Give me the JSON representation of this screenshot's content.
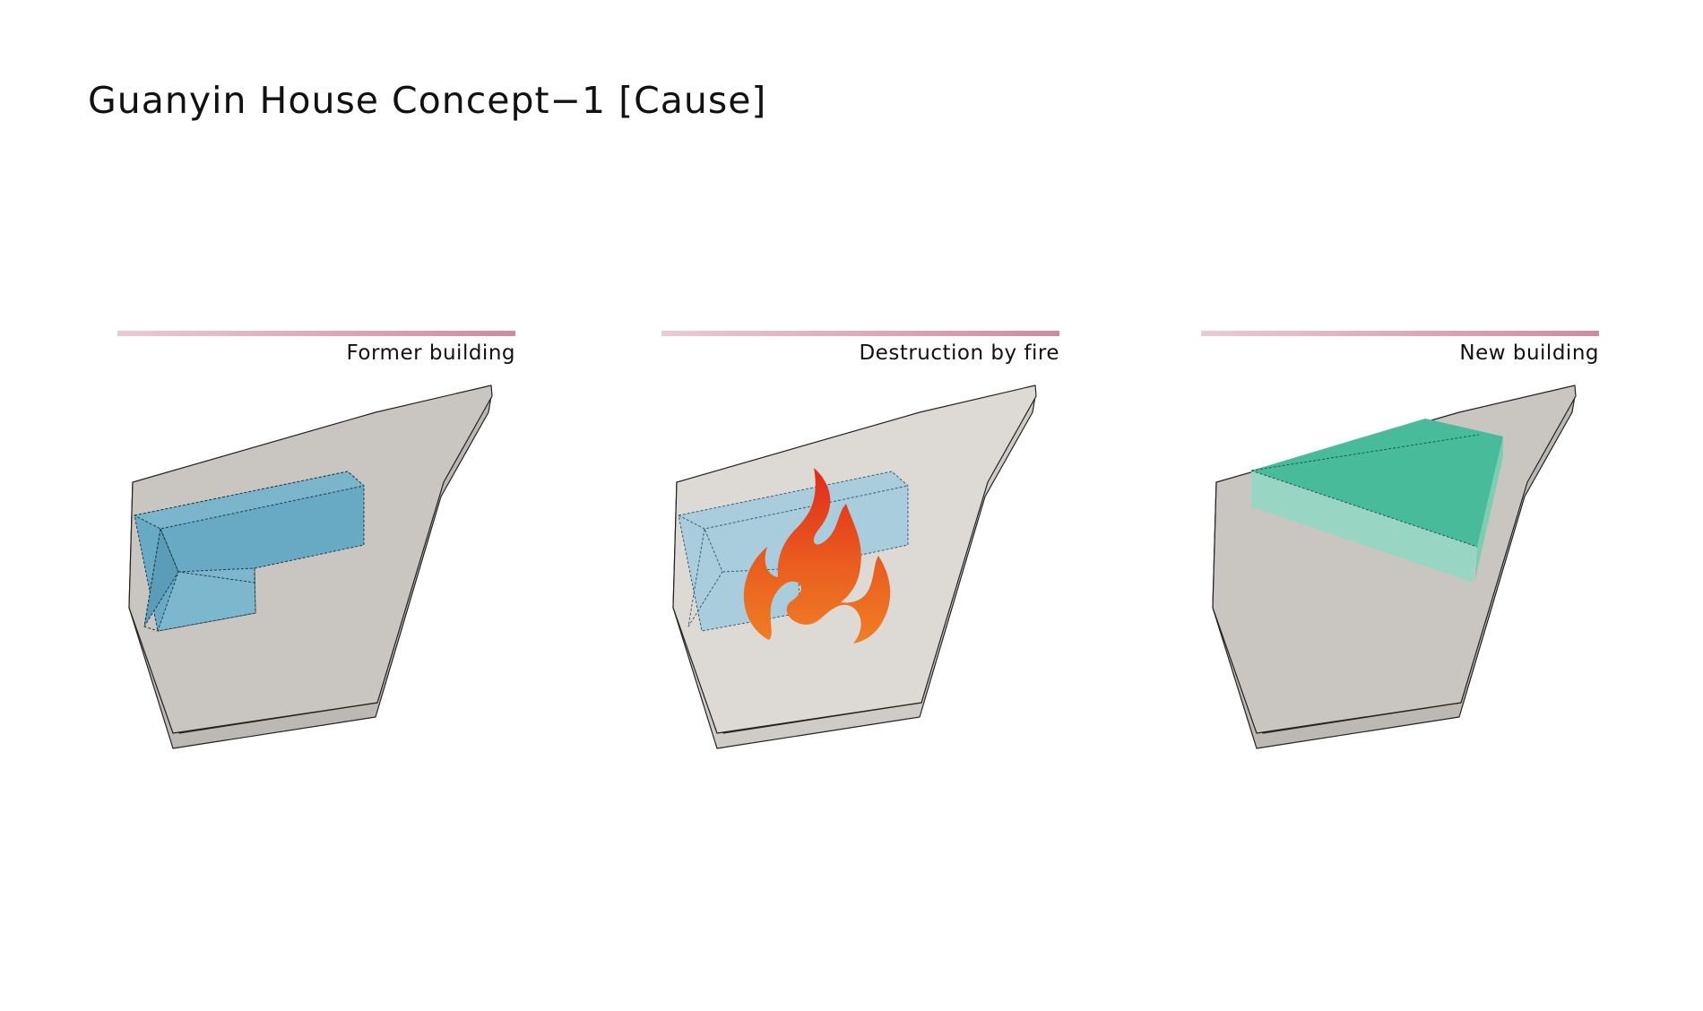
{
  "title": "Guanyin House Concept−1 [Cause]",
  "colors": {
    "rule_start": "#ecc9d6",
    "rule_end": "#cf8aa3",
    "site_gray": "#c9c6c2",
    "site_gray_light": "#dddad6",
    "former_blue": "#68a9c3",
    "former_blue_light": "#a9cddd",
    "fire_red": "#e02a1c",
    "fire_orange": "#ee7a22",
    "new_green": "#48bb9a",
    "new_green_light": "#98d6c3"
  },
  "panels": [
    {
      "label": "Former building",
      "diagram": "site-with-former-building"
    },
    {
      "label": "Destruction by fire",
      "diagram": "site-with-fire"
    },
    {
      "label": "New building",
      "diagram": "site-with-new-building"
    }
  ]
}
